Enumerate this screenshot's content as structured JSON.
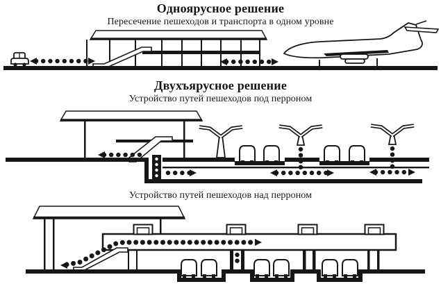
{
  "page": {
    "background": "#ffffff",
    "ink": "#171717"
  },
  "sections": [
    {
      "title": "Одноярусное решение",
      "subtitle": "Пересечение пешеходов и транспорта в одном уровне"
    },
    {
      "title": "Двухъярусное решение",
      "subtitle": "Устройство путей пешеходов под перроном"
    },
    {
      "subtitle": "Устройство путей пешеходов над перроном"
    }
  ]
}
